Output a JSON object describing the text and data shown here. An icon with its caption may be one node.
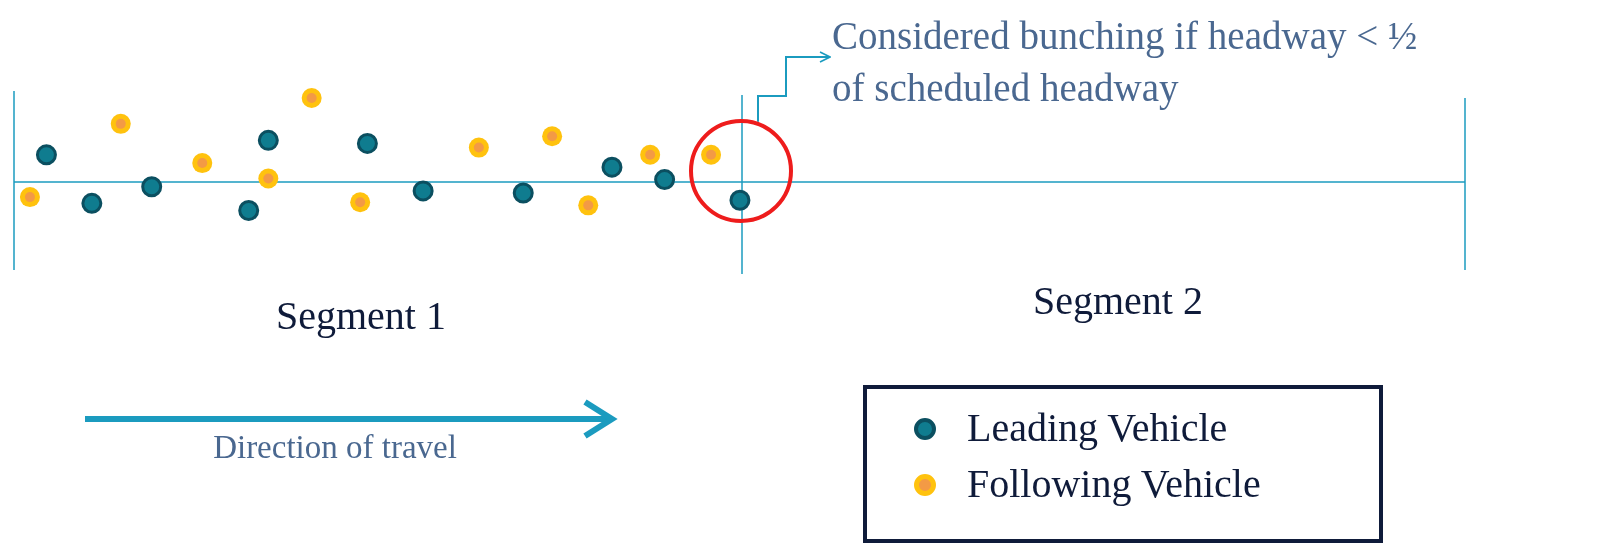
{
  "diagram": {
    "nodes": [
      {
        "text": [],
        "shape": "circle"
      },
      {
        "text": [
          "Considered bunching if headway < ½ of scheduled headway"
        ]
      }
    ],
    "edges": [
      {
        "from": 0,
        "to": 1,
        "arrow": "to"
      }
    ],
    "labels": [
      "Segment 1",
      "Segment 2",
      "Direction of travel"
    ],
    "legend": [
      {
        "text": "Leading Vehicle",
        "color": "#0f7c8f"
      },
      {
        "text": "Following Vehicle",
        "color": "#ffc20e"
      }
    ]
  }
}
